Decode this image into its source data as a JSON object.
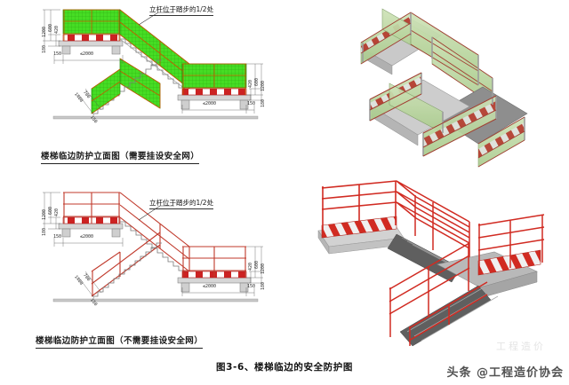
{
  "document": {
    "main_title": "图3-6、楼梯临边的安全防护图",
    "watermark": "头条 @工程造价协会",
    "watermark_ghost": "工程造价"
  },
  "figures": [
    {
      "id": "elevation-with-net",
      "caption": "楼梯临边防护立面图（需要挂设安全网）",
      "annotation": "立杆位于踏步的1/2处",
      "has_safety_net": true,
      "mesh_color": "#3fd422",
      "rail_color": "#cc2222",
      "toeboard_colors": [
        "#cc2222",
        "#ffffff"
      ],
      "dimensions": {
        "left_landing": [
          {
            "label": "1200",
            "orientation": "vertical"
          },
          {
            "label": "600",
            "orientation": "vertical"
          },
          {
            "label": "420",
            "orientation": "vertical"
          },
          {
            "label": "180",
            "orientation": "vertical"
          },
          {
            "label": "150",
            "orientation": "horizontal"
          },
          {
            "label": "≤2000",
            "orientation": "horizontal"
          }
        ],
        "right_landing": [
          {
            "label": "1200",
            "orientation": "vertical"
          },
          {
            "label": "600",
            "orientation": "vertical"
          },
          {
            "label": "420",
            "orientation": "vertical"
          },
          {
            "label": "180",
            "orientation": "vertical"
          },
          {
            "label": "≤2000",
            "orientation": "horizontal"
          },
          {
            "label": "150",
            "orientation": "horizontal"
          }
        ],
        "stair_slope": [
          {
            "label": "1400",
            "orientation": "diagonal"
          },
          {
            "label": "700",
            "orientation": "diagonal"
          },
          {
            "label": "150",
            "orientation": "diagonal"
          }
        ]
      }
    },
    {
      "id": "elevation-without-net",
      "caption": "楼梯临边防护立面图（不需要挂设安全网）",
      "annotation": "立杆位于踏步的1/2处",
      "has_safety_net": false,
      "mesh_color": "none",
      "rail_color": "#c0392b",
      "toeboard_colors": [
        "#cc2222",
        "#ffffff"
      ],
      "dimensions": {
        "left_landing": [
          {
            "label": "1200",
            "orientation": "vertical"
          },
          {
            "label": "600",
            "orientation": "vertical"
          },
          {
            "label": "420",
            "orientation": "vertical"
          },
          {
            "label": "180",
            "orientation": "vertical"
          },
          {
            "label": "150",
            "orientation": "horizontal"
          },
          {
            "label": "≤2000",
            "orientation": "horizontal"
          }
        ],
        "right_landing": [
          {
            "label": "1200",
            "orientation": "vertical"
          },
          {
            "label": "600",
            "orientation": "vertical"
          },
          {
            "label": "420",
            "orientation": "vertical"
          },
          {
            "label": "180",
            "orientation": "vertical"
          },
          {
            "label": "≤2000",
            "orientation": "horizontal"
          },
          {
            "label": "150",
            "orientation": "horizontal"
          }
        ],
        "stair_slope": [
          {
            "label": "1400",
            "orientation": "diagonal"
          },
          {
            "label": "700",
            "orientation": "diagonal"
          },
          {
            "label": "150",
            "orientation": "diagonal"
          }
        ]
      }
    },
    {
      "id": "render-3d-with-net",
      "caption": "",
      "description": "三维效果图（挂设密目安全网）",
      "mesh_color": "#bcd9a2",
      "rail_color": "#b23a2e",
      "slab_color": "#8e8e8e",
      "post_color": "#9a9a9a"
    },
    {
      "id": "render-3d-without-net",
      "caption": "",
      "description": "三维效果图（未挂设安全网）",
      "mesh_color": "none",
      "rail_color": "#d12b22",
      "slab_color": "#6f6f6f",
      "post_color": "#b8b8b8"
    }
  ]
}
